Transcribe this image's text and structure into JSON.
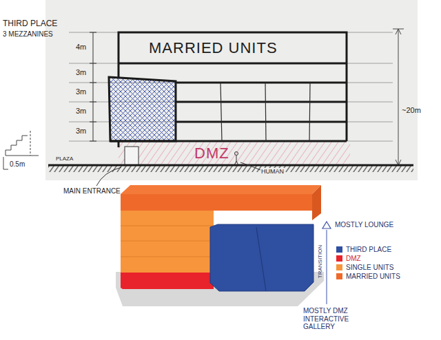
{
  "diagram": {
    "nodes": [
      {
        "text": [
          "MARRIED UNITS"
        ]
      },
      {
        "text": [
          "DMZ"
        ]
      }
    ],
    "labels": [
      "THIRD PLACE",
      "3 MEZZANINES",
      "4m",
      "3m",
      "3m",
      "3m",
      "3m",
      "~20m",
      "0.5m",
      "PLAZA",
      "MAIN ENTRANCE",
      "HUMAN",
      "MOSTLY LOUNGE",
      "TRANSITION",
      "MOSTLY DMZ INTERACTIVE GALLERY"
    ],
    "legend": [
      {
        "text": "THIRD PLACE",
        "color": "#2f4fa0"
      },
      {
        "text": "DMZ",
        "color": "#e8232b"
      },
      {
        "text": "SINGLE UNITS",
        "color": "#f7953c"
      },
      {
        "text": "MARRIED UNITS",
        "color": "#ef6a2a"
      }
    ]
  }
}
